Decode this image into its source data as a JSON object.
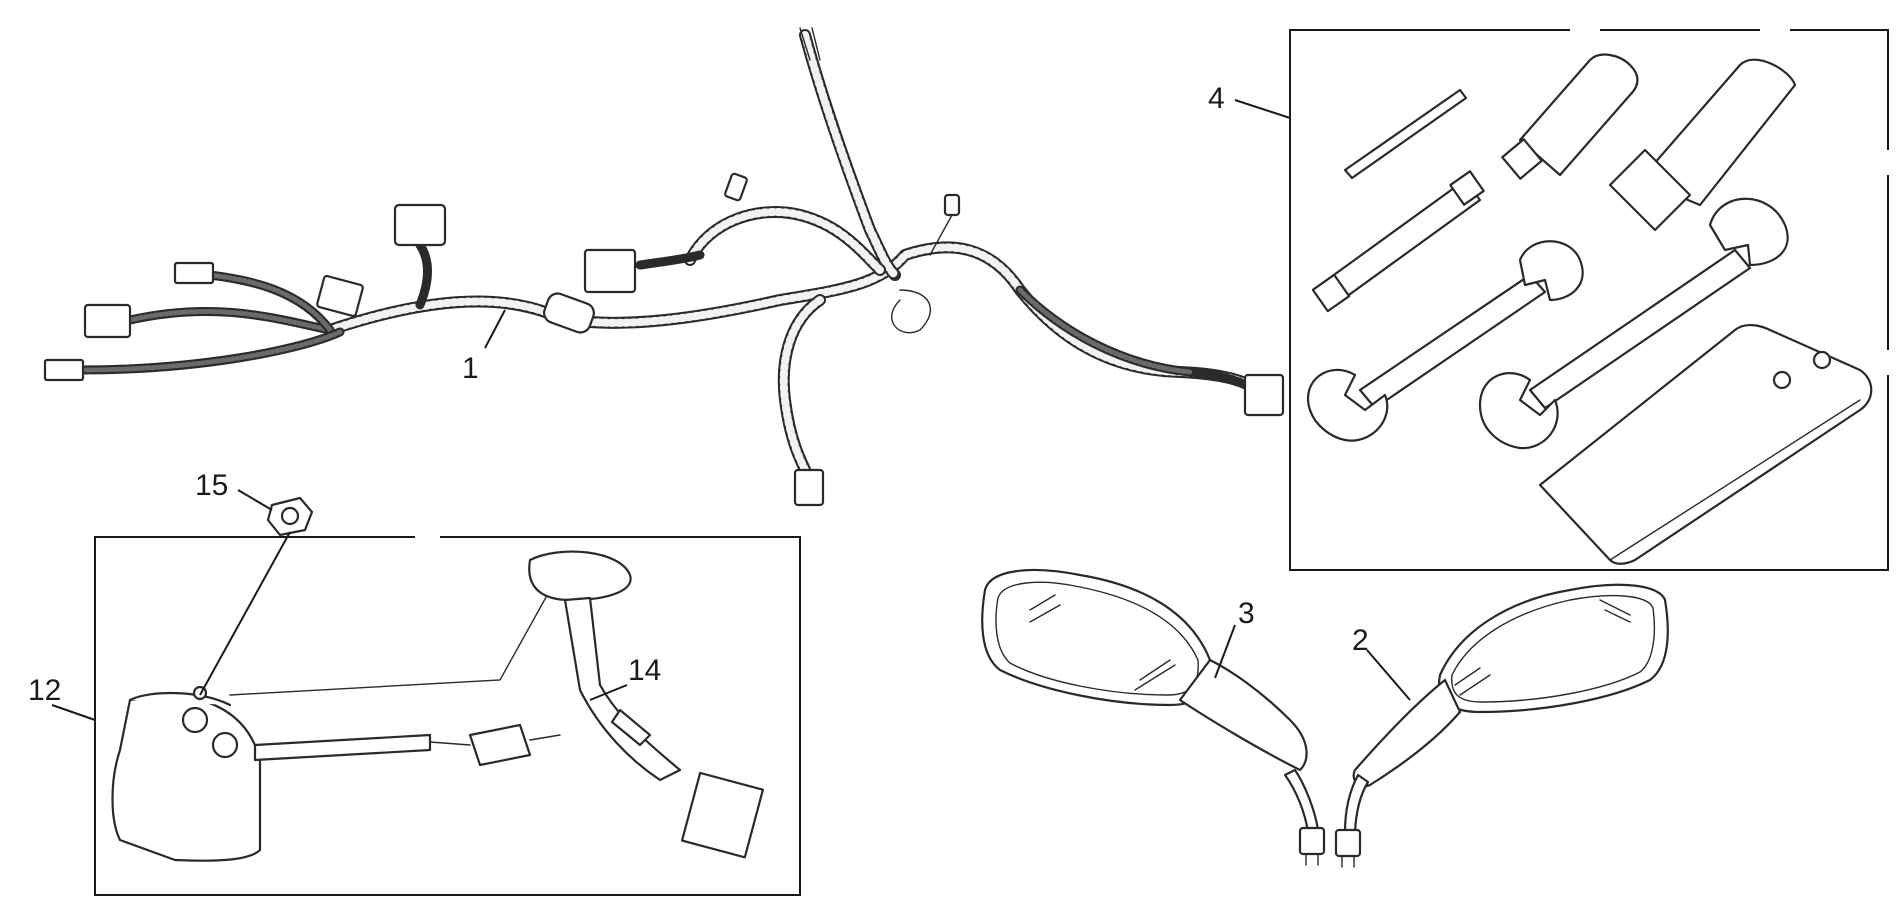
{
  "callouts": {
    "harness": "1",
    "mirror_right": "2",
    "mirror_left": "3",
    "tool_kit": "4",
    "relay_set": "12",
    "relay_wire": "14",
    "nut": "15"
  }
}
